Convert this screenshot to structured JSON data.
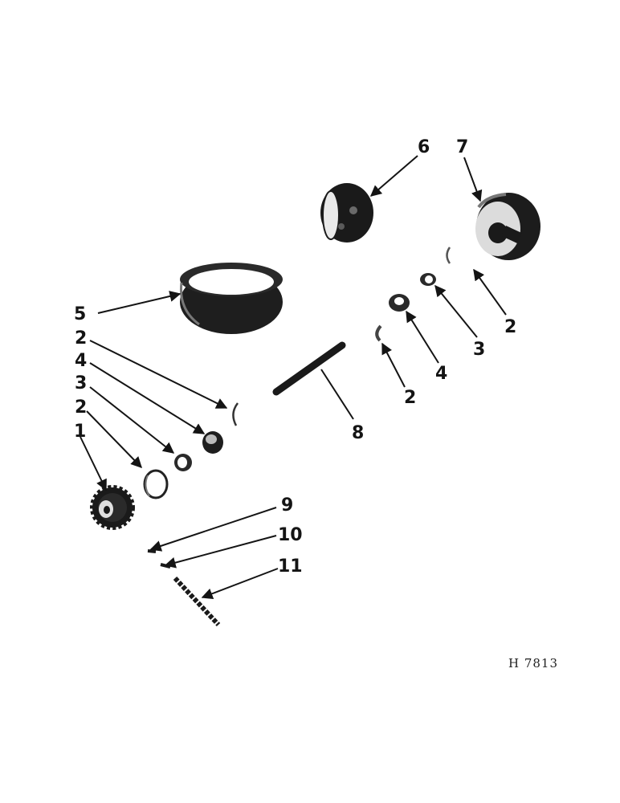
{
  "figure_id": "H 7813",
  "callouts": {
    "c6": "6",
    "c7": "7",
    "c5": "5",
    "c2a": "2",
    "c4a": "4",
    "c3a": "3",
    "c2b": "2",
    "c1": "1",
    "c8": "8",
    "c2c": "2",
    "c4b": "4",
    "c3b": "3",
    "c2d": "2",
    "c9": "9",
    "c10": "10",
    "c11": "11"
  },
  "colors": {
    "ink": "#141414",
    "paper": "#ffffff"
  }
}
